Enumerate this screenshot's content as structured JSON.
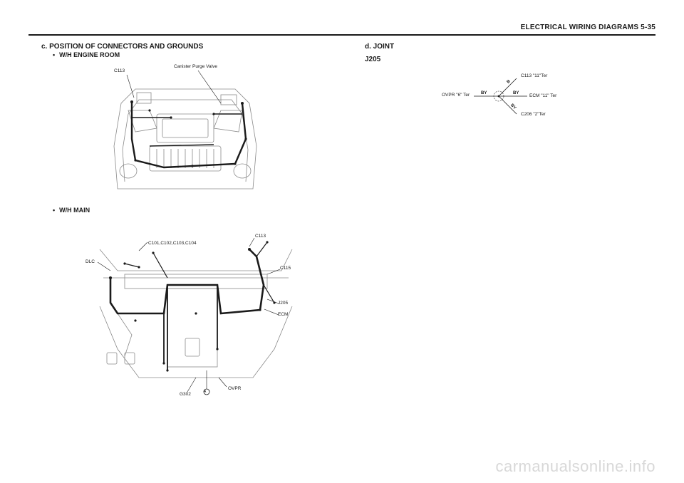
{
  "header": {
    "title": "ELECTRICAL WIRING DIAGRAMS 5-35"
  },
  "section_c": {
    "title": "c. POSITION OF CONNECTORS AND GROUNDS",
    "engine_room": {
      "heading": "W/H ENGINE ROOM",
      "labels": {
        "c113": "C113",
        "canister": "Canister Purge Valve"
      }
    },
    "main": {
      "heading": "W/H MAIN",
      "labels": {
        "c101": "C101,C102,C103,C104",
        "c113": "C113",
        "dlc": "DLC",
        "c115": "C115",
        "j205": "J205",
        "ecm": "ECM",
        "g302": "G302",
        "ovpr": "OVPR",
        "ground_symbol": "A"
      }
    }
  },
  "section_d": {
    "title": "d. JOINT",
    "subtitle": "J205",
    "joint": {
      "left": "OVPR \"6\" Ter",
      "top": "C113 \"11\"Ter",
      "right": "ECM \"11\" Ter",
      "bottom": "C206 \"2\"Ter",
      "wires": {
        "left": "BY",
        "top": "B",
        "right": "BY",
        "bottom": "BY"
      }
    }
  },
  "footer": {
    "watermark": "carmanualsonline.info"
  }
}
